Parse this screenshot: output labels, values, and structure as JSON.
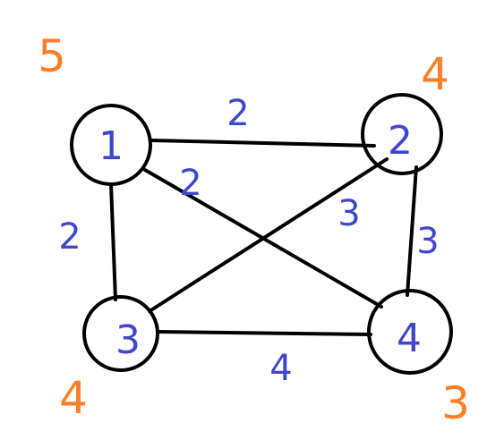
{
  "graph": {
    "nodes": [
      {
        "id": "1",
        "label": "1",
        "degree": "5"
      },
      {
        "id": "2",
        "label": "2",
        "degree": "4"
      },
      {
        "id": "3",
        "label": "3",
        "degree": "4"
      },
      {
        "id": "4",
        "label": "4",
        "degree": "3"
      }
    ],
    "edges": [
      {
        "from": "1",
        "to": "2",
        "weight": "2"
      },
      {
        "from": "1",
        "to": "3",
        "weight": "2"
      },
      {
        "from": "1",
        "to": "4",
        "weight": "2"
      },
      {
        "from": "2",
        "to": "3",
        "weight": "3"
      },
      {
        "from": "2",
        "to": "4",
        "weight": "3"
      },
      {
        "from": "3",
        "to": "4",
        "weight": "4"
      }
    ]
  },
  "colors": {
    "node_text": "#3f48cc",
    "weight_text": "#3f48cc",
    "degree_text": "#ff7f27",
    "stroke": "#000000",
    "background": "#ffffff"
  }
}
